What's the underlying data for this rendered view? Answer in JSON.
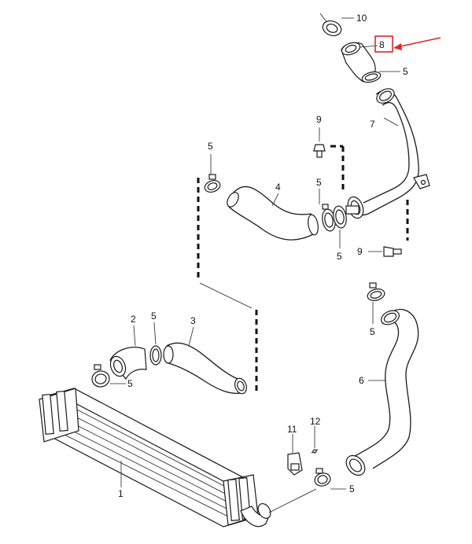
{
  "callouts": [
    {
      "id": "c10",
      "text": "10"
    },
    {
      "id": "c8",
      "text": "8"
    },
    {
      "id": "c5a",
      "text": "5"
    },
    {
      "id": "c7",
      "text": "7"
    },
    {
      "id": "c9a",
      "text": "9"
    },
    {
      "id": "c5b",
      "text": "5"
    },
    {
      "id": "c4",
      "text": "4"
    },
    {
      "id": "c5c",
      "text": "5"
    },
    {
      "id": "c5d",
      "text": "5"
    },
    {
      "id": "c9b",
      "text": "9"
    },
    {
      "id": "c5e",
      "text": "5"
    },
    {
      "id": "c2",
      "text": "2"
    },
    {
      "id": "c5f",
      "text": "5"
    },
    {
      "id": "c3",
      "text": "3"
    },
    {
      "id": "c5g",
      "text": "5"
    },
    {
      "id": "c6",
      "text": "6"
    },
    {
      "id": "c11",
      "text": "11"
    },
    {
      "id": "c12",
      "text": "12"
    },
    {
      "id": "c1",
      "text": "1"
    },
    {
      "id": "c5h",
      "text": "5"
    }
  ],
  "highlight": {
    "callout": "8",
    "box_color": "#e0262b",
    "arrow_color": "#e0262b"
  }
}
